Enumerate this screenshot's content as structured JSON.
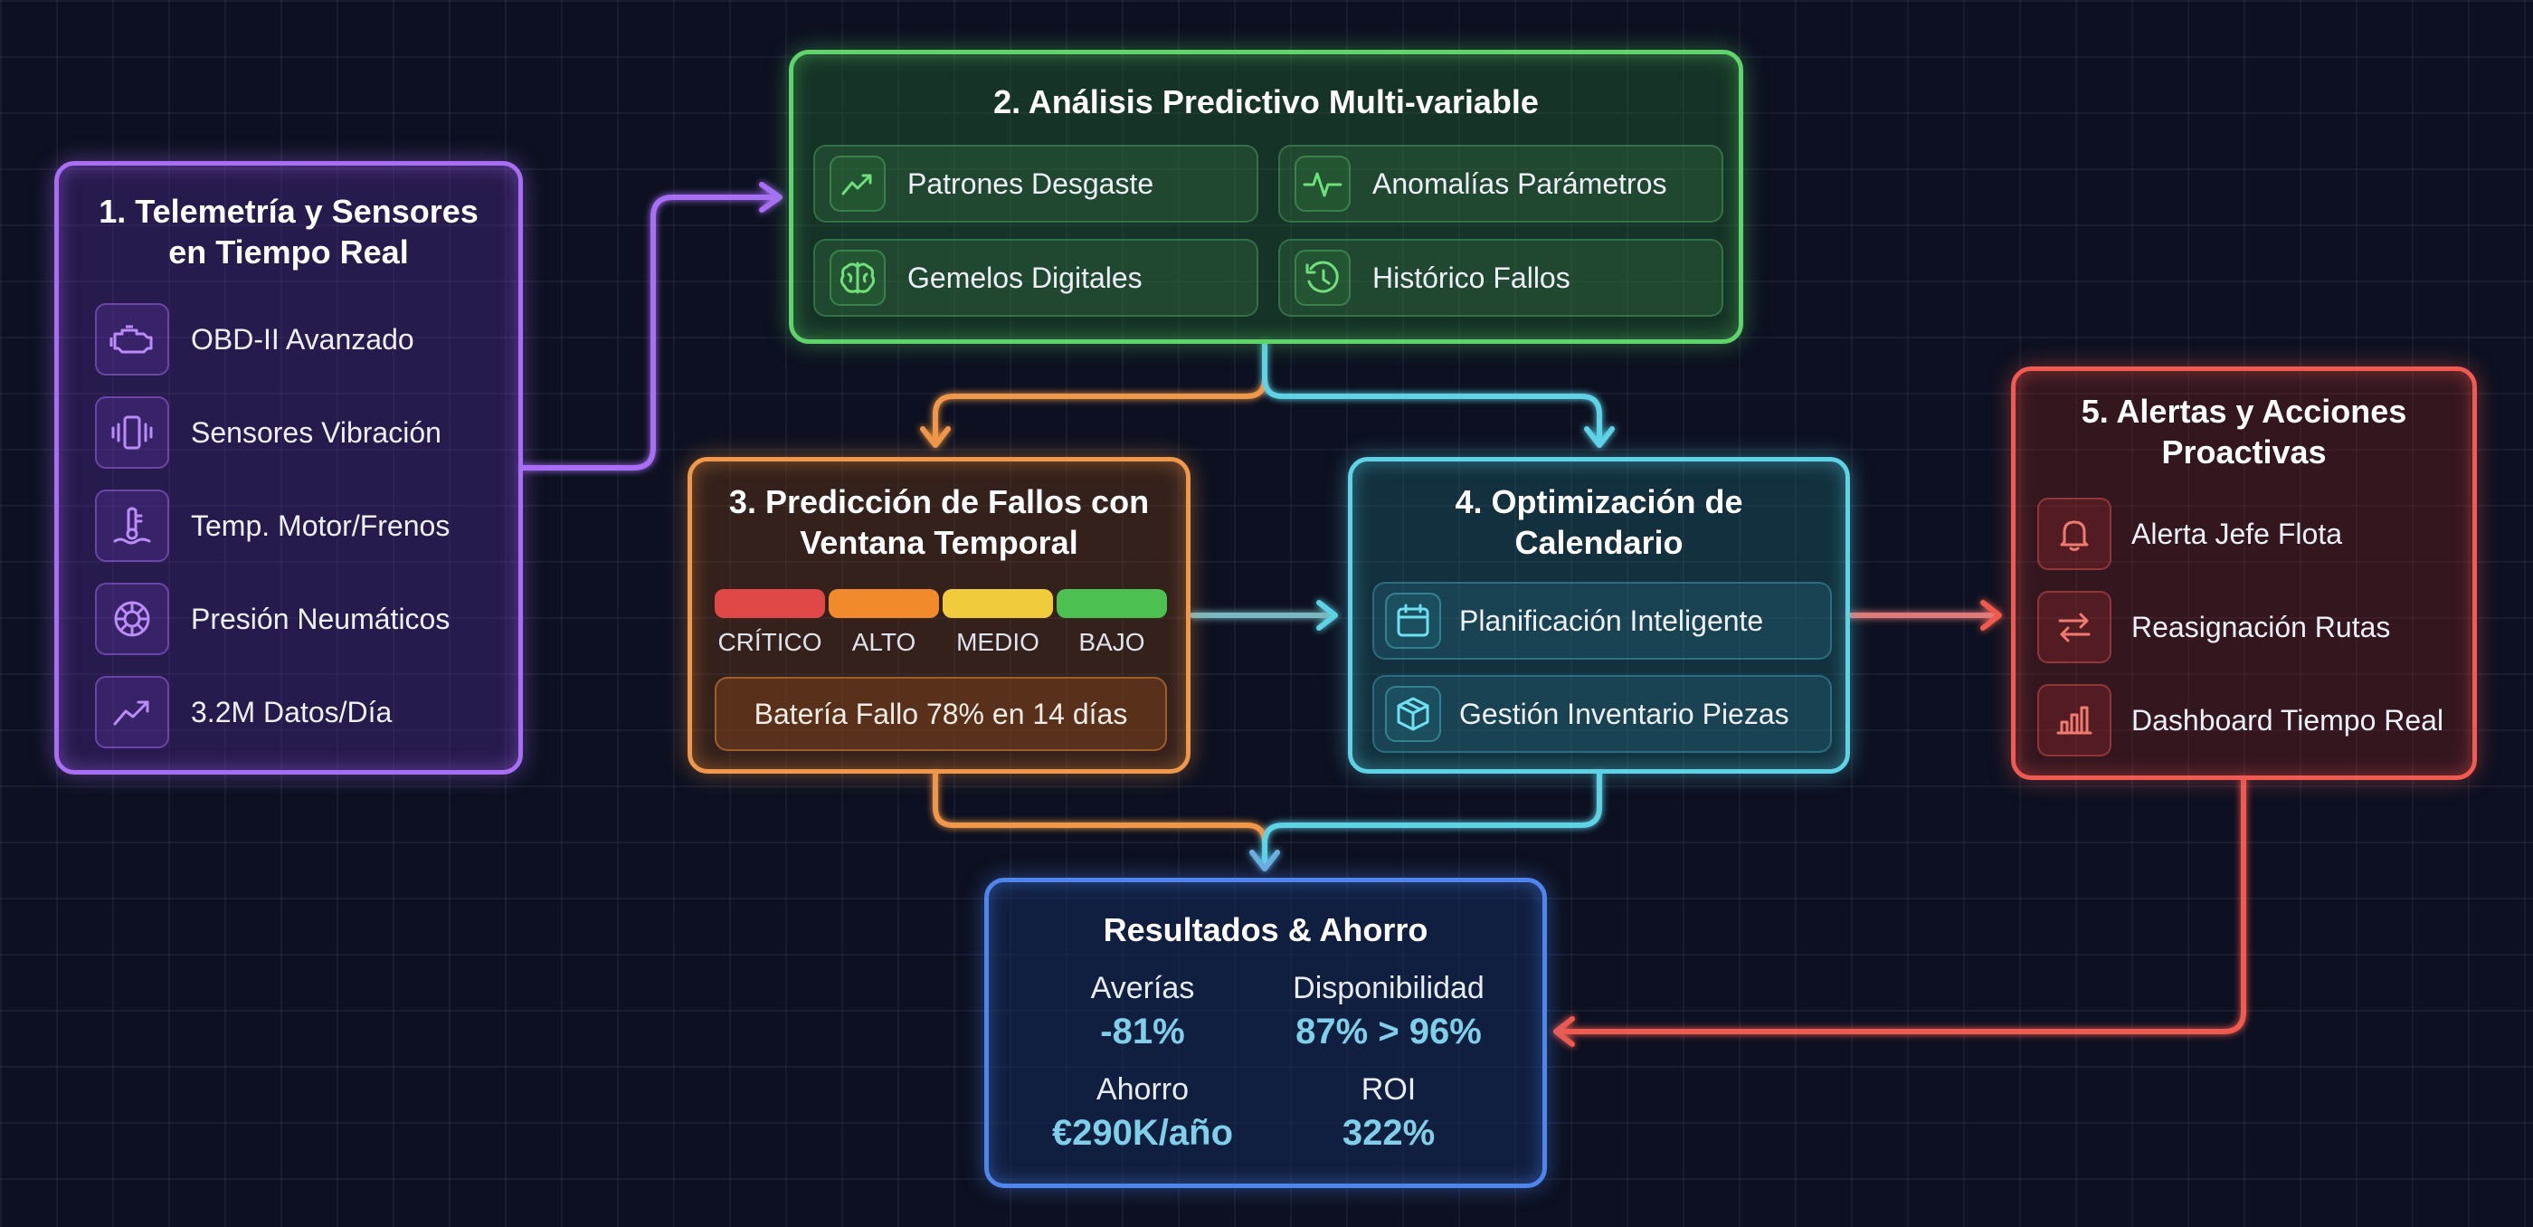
{
  "colors": {
    "purple": "#a86ef5",
    "green": "#5fd46a",
    "orange": "#f0974a",
    "cyan": "#5fd3e6",
    "red": "#f05a50",
    "blue": "#4f86ee",
    "metric_value": "#7fcfe8"
  },
  "box1": {
    "title_line1": "1. Telemetría y Sensores",
    "title_line2": "en Tiempo Real",
    "items": [
      {
        "label": "OBD-II Avanzado",
        "icon": "engine-icon"
      },
      {
        "label": "Sensores Vibración",
        "icon": "vibration-icon"
      },
      {
        "label": "Temp. Motor/Frenos",
        "icon": "thermometer-icon"
      },
      {
        "label": "Presión Neumáticos",
        "icon": "tire-icon"
      },
      {
        "label": "3.2M Datos/Día",
        "icon": "trending-up-icon"
      }
    ]
  },
  "box2": {
    "title": "2. Análisis Predictivo Multi-variable",
    "items": [
      {
        "label": "Patrones Desgaste",
        "icon": "trend-icon"
      },
      {
        "label": "Anomalías Parámetros",
        "icon": "pulse-icon"
      },
      {
        "label": "Gemelos Digitales",
        "icon": "brain-icon"
      },
      {
        "label": "Histórico Fallos",
        "icon": "history-icon"
      }
    ]
  },
  "box3": {
    "title_line1": "3. Predicción de Fallos con",
    "title_line2": "Ventana Temporal",
    "levels": [
      {
        "label": "CRÍTICO",
        "color": "#e04848"
      },
      {
        "label": "ALTO",
        "color": "#f08a2c"
      },
      {
        "label": "MEDIO",
        "color": "#f0cc3c"
      },
      {
        "label": "BAJO",
        "color": "#4cc050"
      }
    ],
    "prediction": "Batería Fallo 78% en 14 días"
  },
  "box4": {
    "title_line1": "4. Optimización de",
    "title_line2": "Calendario",
    "items": [
      {
        "label": "Planificación Inteligente",
        "icon": "calendar-icon"
      },
      {
        "label": "Gestión Inventario Piezas",
        "icon": "package-icon"
      }
    ]
  },
  "box5": {
    "title_line1": "5. Alertas y Acciones",
    "title_line2": "Proactivas",
    "items": [
      {
        "label": "Alerta Jefe Flota",
        "icon": "bell-icon"
      },
      {
        "label": "Reasignación Rutas",
        "icon": "swap-arrows-icon"
      },
      {
        "label": "Dashboard Tiempo Real",
        "icon": "bar-chart-icon"
      }
    ]
  },
  "results": {
    "title": "Resultados & Ahorro",
    "metrics": [
      {
        "label": "Averías",
        "value": "-81%"
      },
      {
        "label": "Disponibilidad",
        "value": "87% > 96%"
      },
      {
        "label": "Ahorro",
        "value": "€290K/año"
      },
      {
        "label": "ROI",
        "value": "322%"
      }
    ]
  }
}
